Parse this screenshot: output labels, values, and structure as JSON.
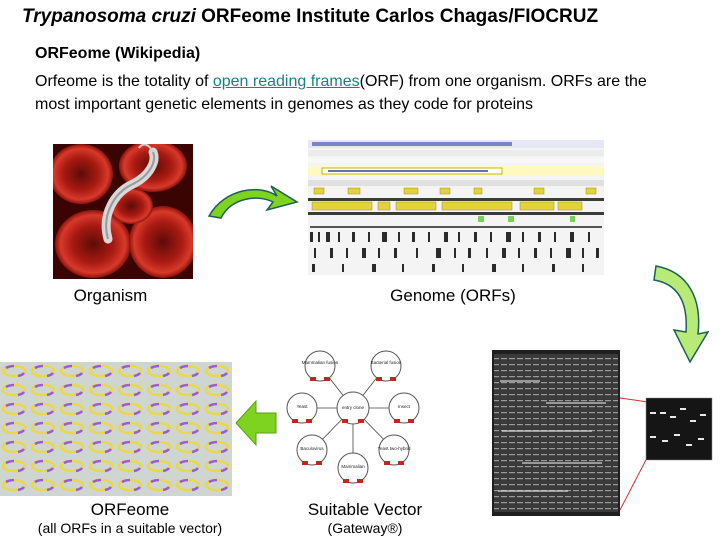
{
  "title": {
    "italic": "Trypanosoma cruzi",
    "rest": " ORFeome Institute Carlos Chagas/FIOCRUZ"
  },
  "definition": {
    "heading": "ORFeome (Wikipedia)",
    "text_before": "Orfeome is the totality of ",
    "link": "open reading frames",
    "text_after": "(ORF) from one organism. ORFs are the most important genetic elements in genomes as they code for proteins"
  },
  "captions": {
    "organism": "Organism",
    "genome": "Genome (ORFs)",
    "orfeome": "ORFeome",
    "orfeome_sub": "(all ORFs in a suitable vector)",
    "vector": "Suitable Vector",
    "vector_sub": "(Gateway®)"
  },
  "colors": {
    "arrow_green": "#7ed321",
    "arrow_teal": "#1f5f5a",
    "link": "#1a7f8c",
    "blood_red": "#c0241a",
    "plasmid_yellow": "#e8d84a",
    "plasmid_purple": "#9b5bd6"
  },
  "vector_map": {
    "center": "entry clone",
    "nodes": [
      "Mammalian fusion",
      "Bacterial fusion",
      "Yeast",
      "Insect",
      "Baculovirus",
      "Yeast two-hybrid",
      "Mammalian"
    ]
  }
}
